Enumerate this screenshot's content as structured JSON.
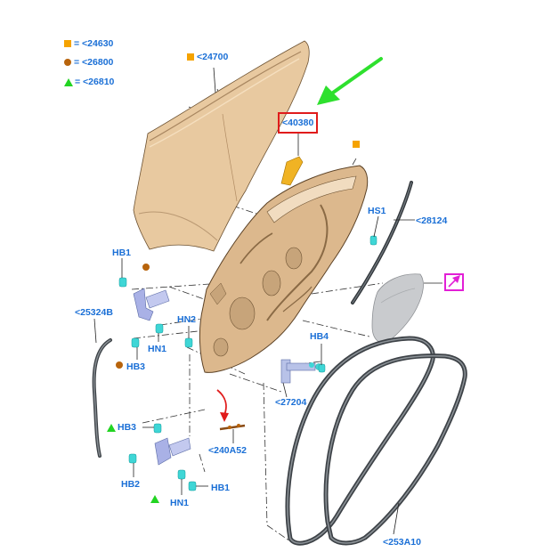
{
  "legend": [
    {
      "symbol": "square",
      "color": "#f5a300",
      "text": "= <24630"
    },
    {
      "symbol": "circle",
      "color": "#b8640c",
      "text": "= <26800"
    },
    {
      "symbol": "triangle",
      "color": "#22d422",
      "text": "= <26810"
    }
  ],
  "labels": {
    "panel": "<24700",
    "latch_trim": "<40380",
    "weatherstrip_outer": "<28124",
    "hs1": "HS1",
    "hb1_top": "HB1",
    "hn1_top": "HN1",
    "hb3_top": "HB3",
    "hn2": "HN2",
    "seal_pillar": "<25324B",
    "hb4": "HB4",
    "check": "<27204",
    "wire": "<240A52",
    "hb3_bottom": "HB3",
    "hb2": "HB2",
    "hn1_bottom": "HN1",
    "hb1_bottom": "HB1",
    "door_seal": "<253A10"
  },
  "colors": {
    "label_blue": "#1a6fd6",
    "panel": "#e8c9a0",
    "frame": "#dcb88d",
    "hinge": "#a9b1e6",
    "fastener": "#3fd6d6",
    "seal": "#555a5f",
    "highlight_box": "#e01b1b",
    "arrow_green": "#2ee02e",
    "arrow_red": "#e01b1b",
    "pink_box": "#e21fd6"
  }
}
